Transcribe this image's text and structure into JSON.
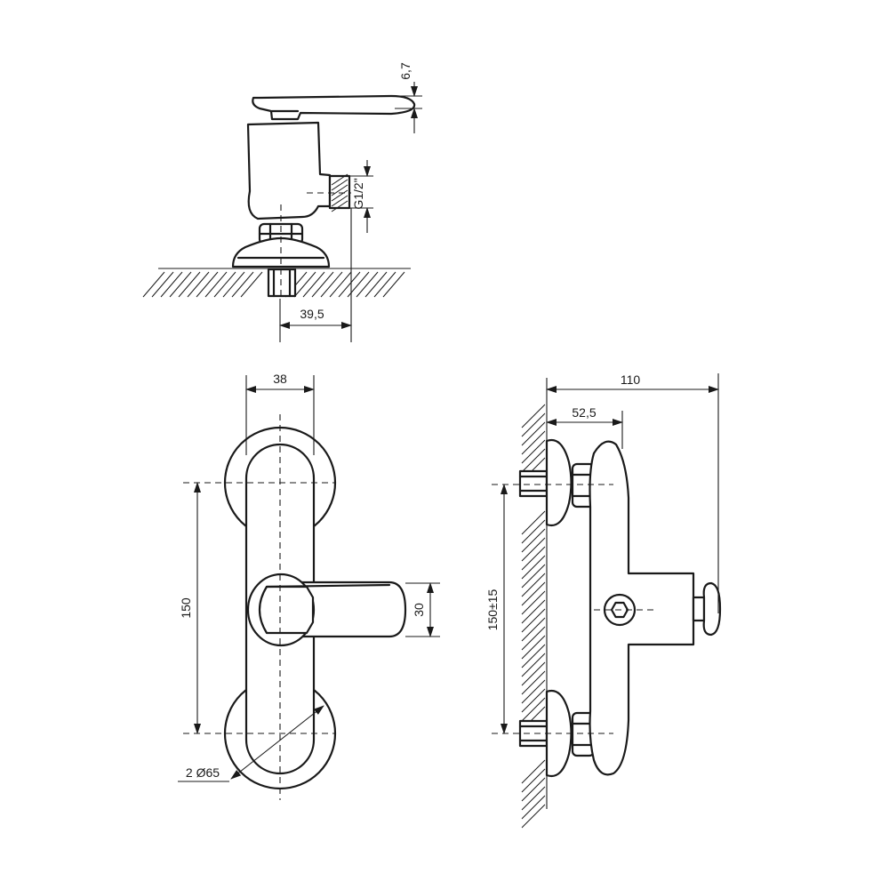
{
  "dimensions": {
    "top_height": "6,7",
    "thread": "G1/2\"",
    "top_offset": "39,5",
    "front_width": "38",
    "front_spacing": "150",
    "handle_height": "30",
    "flange": "2 Ø65",
    "side_depth": "110",
    "side_offset": "52,5",
    "side_spacing": "150±15"
  }
}
